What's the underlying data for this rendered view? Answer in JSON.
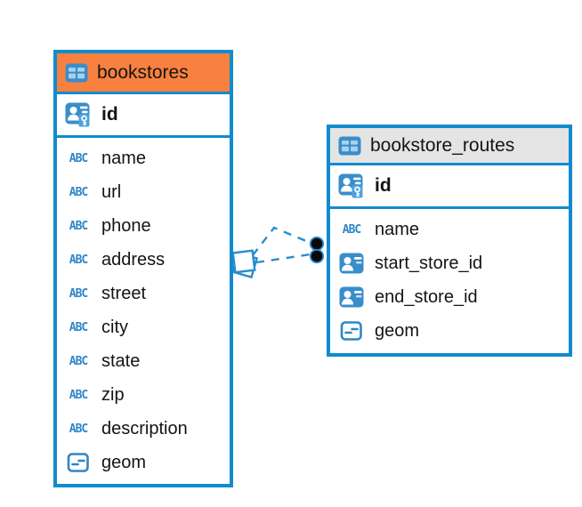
{
  "tables": [
    {
      "name": "bookstores",
      "header_bg": "#F9813F",
      "columns": [
        {
          "name": "id",
          "icon": "primary-key",
          "pk": true
        },
        {
          "name": "name",
          "icon": "text"
        },
        {
          "name": "url",
          "icon": "text"
        },
        {
          "name": "phone",
          "icon": "text"
        },
        {
          "name": "address",
          "icon": "text"
        },
        {
          "name": "street",
          "icon": "text"
        },
        {
          "name": "city",
          "icon": "text"
        },
        {
          "name": "state",
          "icon": "text"
        },
        {
          "name": "zip",
          "icon": "text"
        },
        {
          "name": "description",
          "icon": "text"
        },
        {
          "name": "geom",
          "icon": "geometry"
        }
      ]
    },
    {
      "name": "bookstore_routes",
      "header_bg": "#E4E4E4",
      "columns": [
        {
          "name": "id",
          "icon": "primary-key",
          "pk": true
        },
        {
          "name": "name",
          "icon": "text"
        },
        {
          "name": "start_store_id",
          "icon": "reference"
        },
        {
          "name": "end_store_id",
          "icon": "reference"
        },
        {
          "name": "geom",
          "icon": "geometry"
        }
      ]
    }
  ],
  "relationships": [
    {
      "from": "bookstore_routes",
      "to": "bookstores",
      "style": "dashed"
    },
    {
      "from": "bookstore_routes",
      "to": "bookstores",
      "style": "dashed"
    }
  ],
  "icon_glyphs": {
    "text": "ABC"
  },
  "colors": {
    "table_border": "#118BCE",
    "icon_blue": "#3A8DCB",
    "connector_blue": "#2A8CCE",
    "bookstores_header": "#F9813F",
    "bookstore_routes_header": "#E4E4E4"
  }
}
